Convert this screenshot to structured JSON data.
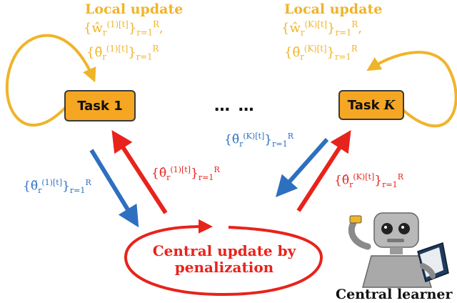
{
  "headings": {
    "local_left": "Local update",
    "local_right": "Local update"
  },
  "tasks": {
    "task1": "Task 1",
    "taskK_word": "Task",
    "taskK_var": "K"
  },
  "ellipsis": "… …",
  "central": {
    "line1": "Central update by",
    "line2": "penalization"
  },
  "learner_label": "Central learner",
  "math": {
    "left_w": {
      "base": "{ŵ",
      "sub": "r",
      "sup": "(1)[t]",
      "close": "}",
      "csub": "r=1",
      "csup": "R",
      "tail": ","
    },
    "left_theta": {
      "base": "{θ̃",
      "sub": "r",
      "sup": "(1)[t]",
      "close": "}",
      "csub": "r=1",
      "csup": "R",
      "tail": ""
    },
    "right_w": {
      "base": "{ŵ",
      "sub": "r",
      "sup": "(K)[t]",
      "close": "}",
      "csub": "r=1",
      "csup": "R",
      "tail": ","
    },
    "right_theta": {
      "base": "{θ̃",
      "sub": "r",
      "sup": "(K)[t]",
      "close": "}",
      "csub": "r=1",
      "csup": "R",
      "tail": ""
    },
    "blue_left": {
      "base": "{θ̃",
      "sub": "r",
      "sup": "(1)[t]",
      "close": "}",
      "csub": "r=1",
      "csup": "R",
      "tail": ""
    },
    "blue_right": {
      "base": "{θ̃",
      "sub": "r",
      "sup": "(K)[t]",
      "close": "}",
      "csub": "r=1",
      "csup": "R",
      "tail": ""
    },
    "red_left": {
      "base": "{θ̂",
      "sub": "r",
      "sup": "(1)[t]",
      "close": "}",
      "csub": "r=1",
      "csup": "R",
      "tail": ""
    },
    "red_right": {
      "base": "{θ̂",
      "sub": "r",
      "sup": "(K)[t]",
      "close": "}",
      "csub": "r=1",
      "csup": "R",
      "tail": ""
    }
  },
  "colors": {
    "orange": "#f0b429",
    "blue": "#2e6fc0",
    "red": "#e8231b",
    "task_fill": "#f5a623"
  }
}
